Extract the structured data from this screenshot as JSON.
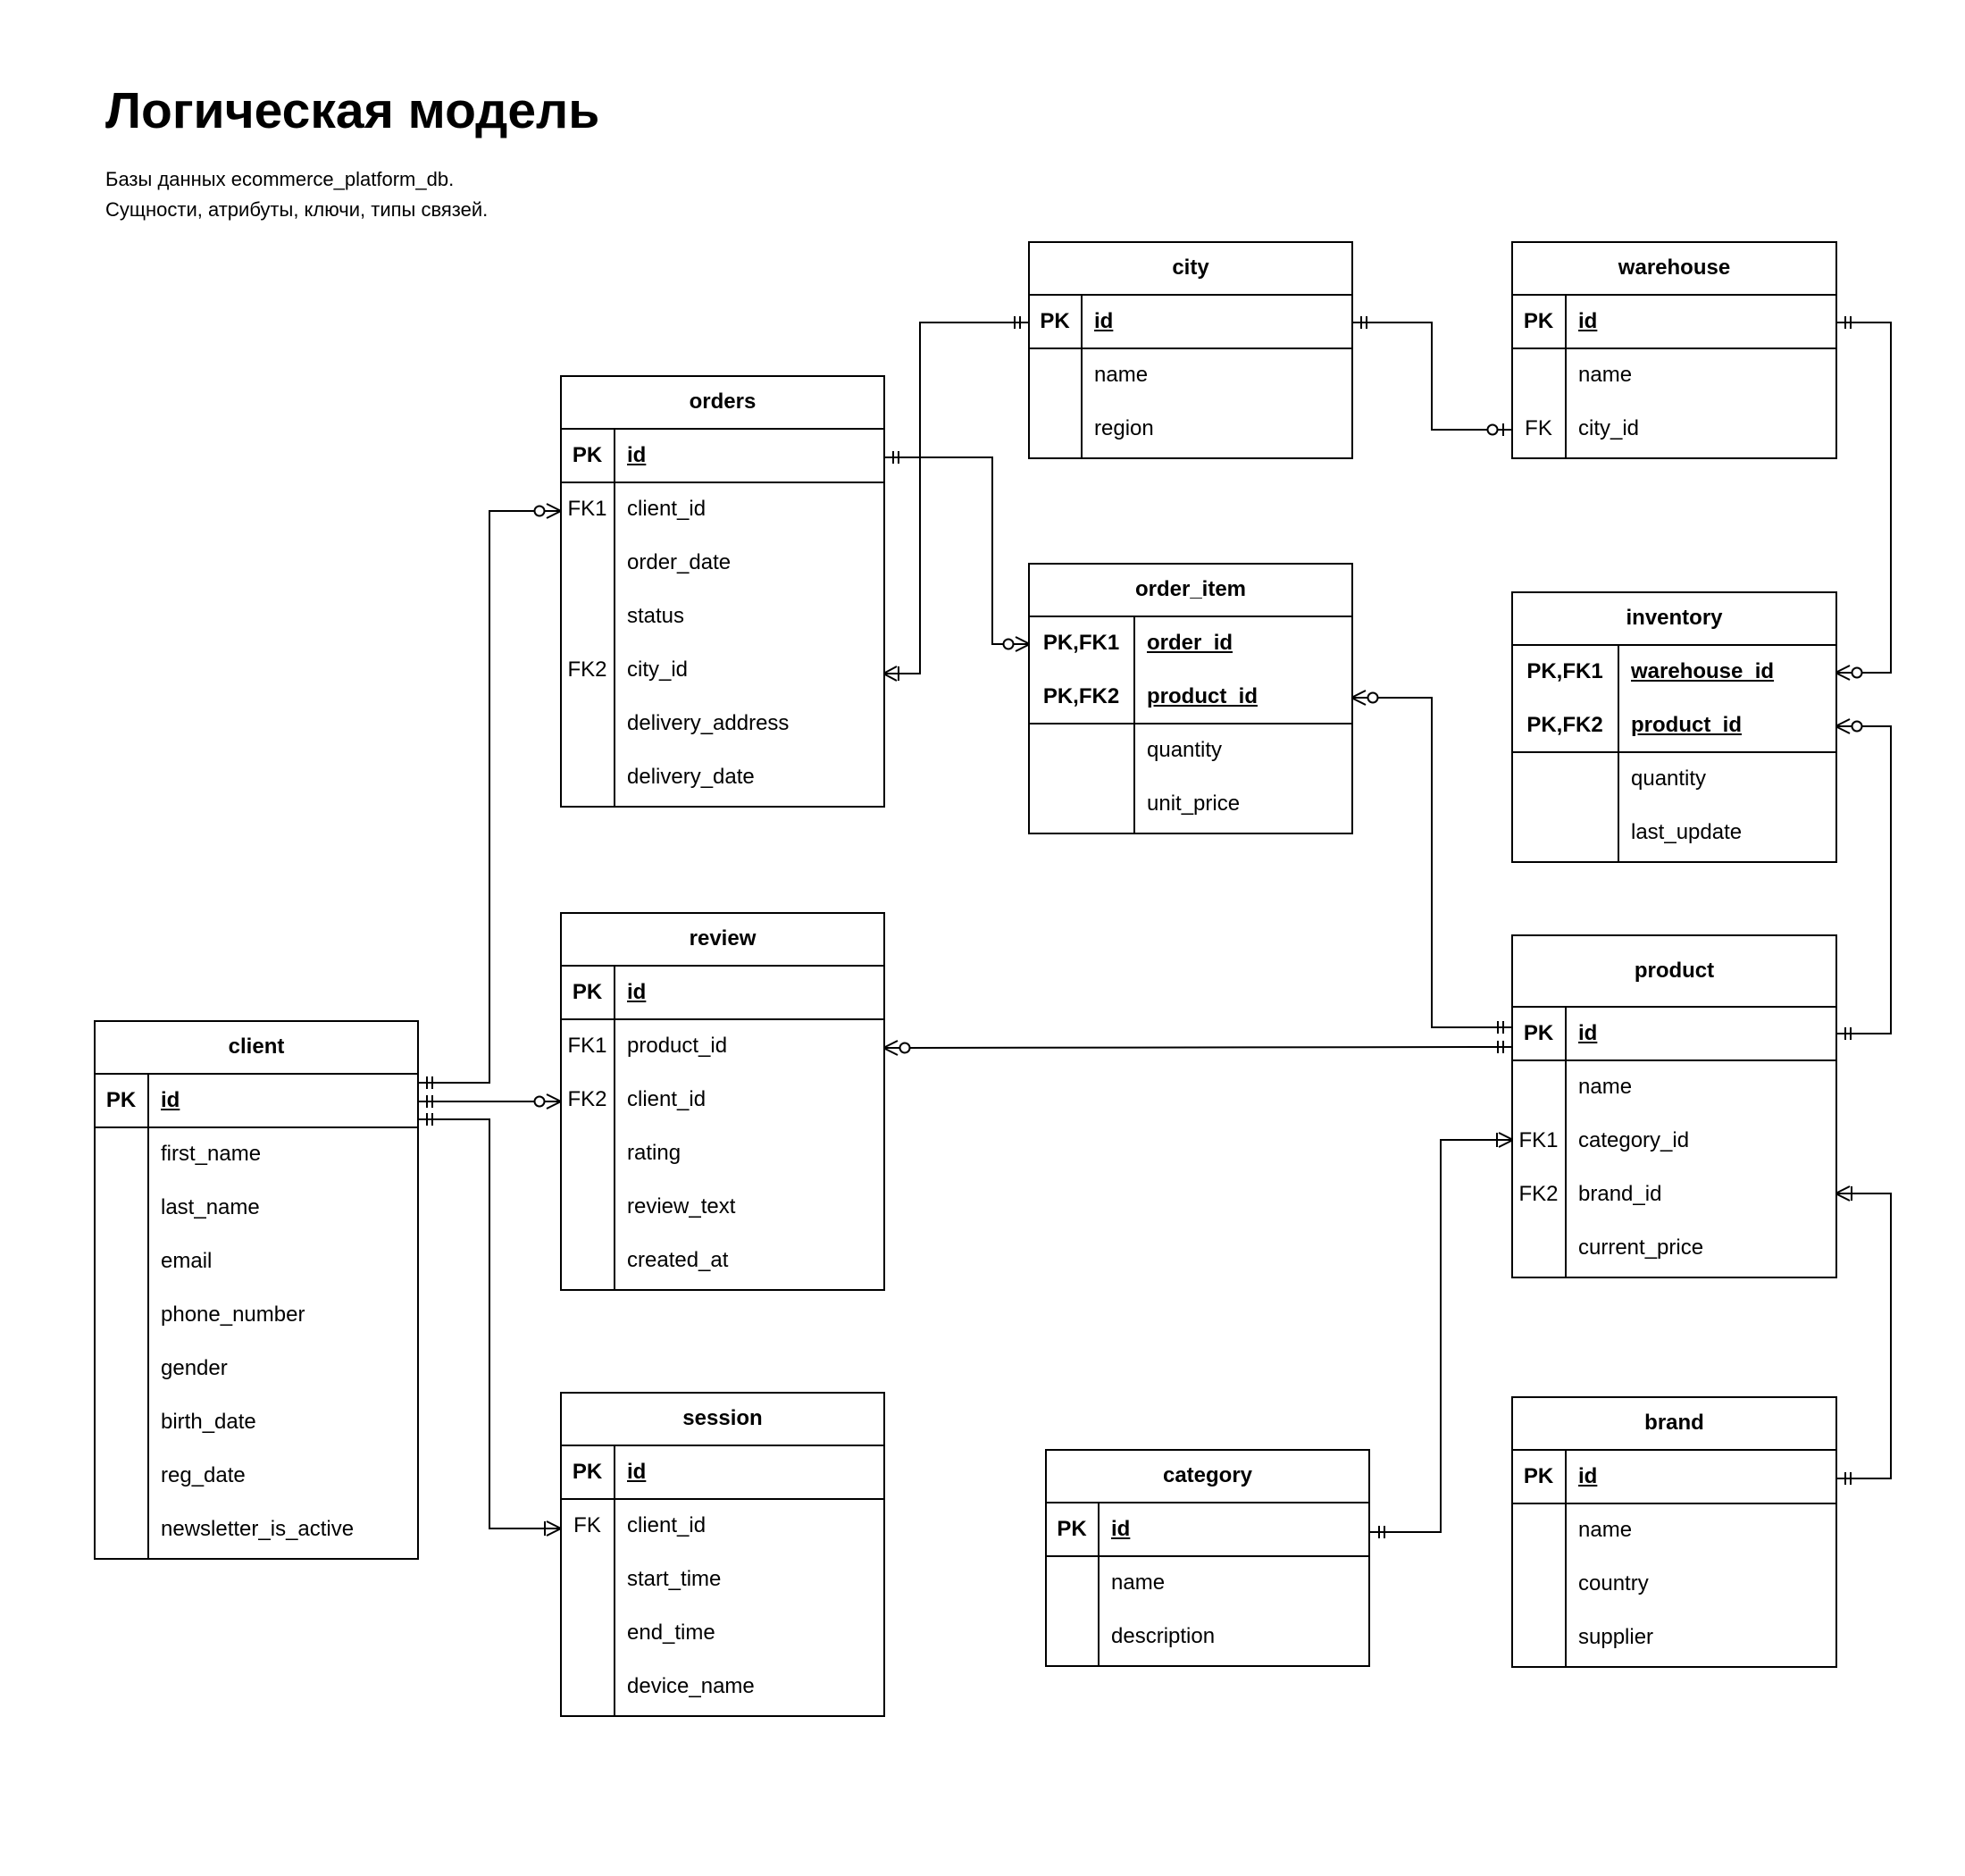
{
  "header": {
    "title": "Логическая модель",
    "subtitle_line1": "Базы данных ecommerce_platform_db.",
    "subtitle_line2": "Сущности, атрибуты, ключи, типы связей."
  },
  "colors": {
    "line": "#000000",
    "background": "#ffffff"
  },
  "entities": {
    "city": {
      "title": "city",
      "pk_rows": [
        {
          "key": "PK",
          "attr": "id"
        }
      ],
      "rows": [
        {
          "key": "",
          "attr": "name"
        },
        {
          "key": "",
          "attr": "region"
        }
      ]
    },
    "warehouse": {
      "title": "warehouse",
      "pk_rows": [
        {
          "key": "PK",
          "attr": "id"
        }
      ],
      "rows": [
        {
          "key": "",
          "attr": "name"
        },
        {
          "key": "FK",
          "attr": "city_id"
        }
      ]
    },
    "orders": {
      "title": "orders",
      "pk_rows": [
        {
          "key": "PK",
          "attr": "id"
        }
      ],
      "rows": [
        {
          "key": "FK1",
          "attr": "client_id"
        },
        {
          "key": "",
          "attr": "order_date"
        },
        {
          "key": "",
          "attr": "status"
        },
        {
          "key": "FK2",
          "attr": "city_id"
        },
        {
          "key": "",
          "attr": "delivery_address"
        },
        {
          "key": "",
          "attr": "delivery_date"
        }
      ]
    },
    "order_item": {
      "title": "order_item",
      "pk_rows": [
        {
          "key": "PK,FK1",
          "attr": "order_id"
        },
        {
          "key": "PK,FK2",
          "attr": "product_id"
        }
      ],
      "rows": [
        {
          "key": "",
          "attr": "quantity"
        },
        {
          "key": "",
          "attr": "unit_price"
        }
      ]
    },
    "inventory": {
      "title": "inventory",
      "pk_rows": [
        {
          "key": "PK,FK1",
          "attr": "warehouse_id"
        },
        {
          "key": "PK,FK2",
          "attr": "product_id"
        }
      ],
      "rows": [
        {
          "key": "",
          "attr": "quantity"
        },
        {
          "key": "",
          "attr": "last_update"
        }
      ]
    },
    "review": {
      "title": "review",
      "pk_rows": [
        {
          "key": "PK",
          "attr": "id"
        }
      ],
      "rows": [
        {
          "key": "FK1",
          "attr": "product_id"
        },
        {
          "key": "FK2",
          "attr": "client_id"
        },
        {
          "key": "",
          "attr": "rating"
        },
        {
          "key": "",
          "attr": "review_text"
        },
        {
          "key": "",
          "attr": "created_at"
        }
      ]
    },
    "product": {
      "title": "product",
      "pk_rows": [
        {
          "key": "PK",
          "attr": "id"
        }
      ],
      "rows": [
        {
          "key": "",
          "attr": "name"
        },
        {
          "key": "FK1",
          "attr": "category_id"
        },
        {
          "key": "FK2",
          "attr": "brand_id"
        },
        {
          "key": "",
          "attr": "current_price"
        }
      ]
    },
    "client": {
      "title": "client",
      "pk_rows": [
        {
          "key": "PK",
          "attr": "id"
        }
      ],
      "rows": [
        {
          "key": "",
          "attr": "first_name"
        },
        {
          "key": "",
          "attr": "last_name"
        },
        {
          "key": "",
          "attr": "email"
        },
        {
          "key": "",
          "attr": "phone_number"
        },
        {
          "key": "",
          "attr": "gender"
        },
        {
          "key": "",
          "attr": "birth_date"
        },
        {
          "key": "",
          "attr": "reg_date"
        },
        {
          "key": "",
          "attr": "newsletter_is_active"
        }
      ]
    },
    "session": {
      "title": "session",
      "pk_rows": [
        {
          "key": "PK",
          "attr": "id"
        }
      ],
      "rows": [
        {
          "key": "FK",
          "attr": "client_id"
        },
        {
          "key": "",
          "attr": "start_time"
        },
        {
          "key": "",
          "attr": "end_time"
        },
        {
          "key": "",
          "attr": "device_name"
        }
      ]
    },
    "category": {
      "title": "category",
      "pk_rows": [
        {
          "key": "PK",
          "attr": "id"
        }
      ],
      "rows": [
        {
          "key": "",
          "attr": "name"
        },
        {
          "key": "",
          "attr": "description"
        }
      ]
    },
    "brand": {
      "title": "brand",
      "pk_rows": [
        {
          "key": "PK",
          "attr": "id"
        }
      ],
      "rows": [
        {
          "key": "",
          "attr": "name"
        },
        {
          "key": "",
          "attr": "country"
        },
        {
          "key": "",
          "attr": "supplier"
        }
      ]
    }
  },
  "relationships": [
    {
      "id": "city-orders",
      "from": "city.id",
      "to": "orders.city_id",
      "from_end": "one-mandatory",
      "to_end": "one-or-many"
    },
    {
      "id": "city-warehouse",
      "from": "city.id",
      "to": "warehouse.city_id",
      "from_end": "one-mandatory",
      "to_end": "zero-or-one"
    },
    {
      "id": "orders-order_item",
      "from": "orders.id",
      "to": "order_item.order_id",
      "from_end": "one-mandatory",
      "to_end": "zero-or-many"
    },
    {
      "id": "client-orders",
      "from": "client.id",
      "to": "orders.client_id",
      "from_end": "one-mandatory",
      "to_end": "zero-or-many"
    },
    {
      "id": "client-review",
      "from": "client.id",
      "to": "review.client_id",
      "from_end": "one-mandatory",
      "to_end": "zero-or-many"
    },
    {
      "id": "client-session",
      "from": "client.id",
      "to": "session.client_id",
      "from_end": "one-mandatory",
      "to_end": "one-or-many"
    },
    {
      "id": "product-order_item",
      "from": "product.id",
      "to": "order_item.product_id",
      "from_end": "one-mandatory",
      "to_end": "zero-or-many"
    },
    {
      "id": "product-review",
      "from": "product.id",
      "to": "review.product_id",
      "from_end": "one-mandatory",
      "to_end": "zero-or-many"
    },
    {
      "id": "warehouse-inventory",
      "from": "warehouse.id",
      "to": "inventory.warehouse_id",
      "from_end": "one-mandatory",
      "to_end": "zero-or-many"
    },
    {
      "id": "product-inventory",
      "from": "product.id",
      "to": "inventory.product_id",
      "from_end": "one-mandatory",
      "to_end": "zero-or-many"
    },
    {
      "id": "category-product",
      "from": "category.id",
      "to": "product.category_id",
      "from_end": "one-mandatory",
      "to_end": "one-or-many"
    },
    {
      "id": "brand-product",
      "from": "brand.id",
      "to": "product.brand_id",
      "from_end": "one-mandatory",
      "to_end": "one-or-many"
    }
  ]
}
